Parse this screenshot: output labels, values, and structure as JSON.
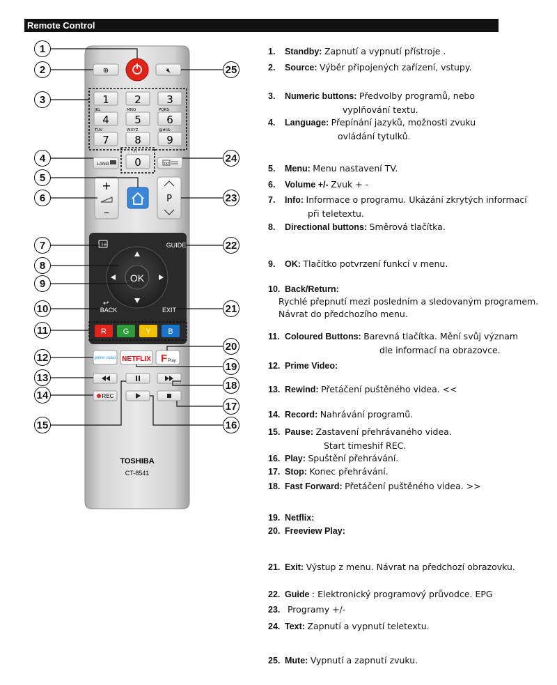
{
  "header": {
    "title": "Remote Control"
  },
  "remote": {
    "brand": "TOSHIBA",
    "model": "CT-8541",
    "keys": {
      "k1": "1",
      "k2": "2",
      "k3": "3",
      "k4": "4",
      "k5": "5",
      "k6": "6",
      "k7": "7",
      "k8": "8",
      "k9": "9",
      "k0": "0",
      "jkl": "JKL",
      "mno": "MNO",
      "pqrs": "PQRS",
      "tuv": "TUV",
      "wxyz": "WXYZ",
      "sym": "@#/&–",
      "punct": ". , ? !"
    },
    "labels": {
      "lang": "LANG",
      "txt": "TXT",
      "p": "P",
      "ok": "OK",
      "back": "BACK",
      "exit": "EXIT",
      "guide": "GUIDE",
      "r": "R",
      "g": "G",
      "y": "Y",
      "b": "B",
      "prime": "prime video",
      "netflix": "NETFLIX",
      "fplay": "Play",
      "rec": "REC",
      "plus": "+",
      "minus": "–"
    },
    "colors": {
      "red": "#e2231a",
      "green": "#2e9b3a",
      "yellow": "#f2c200",
      "blue": "#1a74c9",
      "home": "#3a86d8"
    }
  },
  "callouts": [
    "1",
    "2",
    "3",
    "4",
    "5",
    "6",
    "7",
    "8",
    "9",
    "10",
    "11",
    "12",
    "13",
    "14",
    "15",
    "16",
    "17",
    "18",
    "19",
    "20",
    "21",
    "22",
    "23",
    "24",
    "25"
  ],
  "legend": [
    {
      "num": "1.",
      "title": "Standby:",
      "desc": "Zapnutí a vypnutí přístroje ."
    },
    {
      "num": "2.",
      "title": "Source:",
      "desc": "Výběr připojených zařízení, vstupy."
    },
    {
      "num": "3.",
      "title": "Numeric buttons:",
      "desc": "Předvolby programů, nebo",
      "desc2": "vyplňování textu."
    },
    {
      "num": "4.",
      "title": "Language:",
      "desc": "Přepínání jazyků, možnosti zvuku",
      "desc2": "ovládání tytulků."
    },
    {
      "num": "5.",
      "title": "Menu:",
      "desc": "Menu nastavení TV."
    },
    {
      "num": "6.",
      "title": "Volume +/-",
      "desc": "Zvuk + -"
    },
    {
      "num": "7.",
      "title": "Info:",
      "desc": "Informace o programu. Ukázání zkrytých informací",
      "desc2": "při teletextu."
    },
    {
      "num": "8.",
      "title": "Directional buttons:",
      "desc": "Směrová tlačítka."
    },
    {
      "num": "9.",
      "title": "OK:",
      "desc": "Tlačítko potvrzení funkcí v menu."
    },
    {
      "num": "10.",
      "title": "Back/Return:",
      "desc": "",
      "desc2": "Rychlé přepnutí mezi posledním a sledovaným programem.",
      "desc3": "Návrat do předchozího menu."
    },
    {
      "num": "11.",
      "title": "Coloured Buttons:",
      "desc": "Barevná tlačítka. Mění svůj význam",
      "desc2": "dle informací na obrazovce."
    },
    {
      "num": "12.",
      "title": "Prime Video:",
      "desc": ""
    },
    {
      "num": "13.",
      "title": "Rewind:",
      "desc": "Přetáčení puštěného videa. <<"
    },
    {
      "num": "14.",
      "title": "Record:",
      "desc": "Nahrávání programů."
    },
    {
      "num": "15.",
      "title": "Pause:",
      "desc": "Zastavení přehrávaného videa.",
      "desc2": "Start timeshif REC."
    },
    {
      "num": "16.",
      "title": "Play:",
      "desc": "Spuštění přehrávání."
    },
    {
      "num": "17.",
      "title": "Stop:",
      "desc": "Konec přehrávání."
    },
    {
      "num": "18.",
      "title": "Fast Forward:",
      "desc": "Přetáčení puštěného videa.  >>"
    },
    {
      "num": "19.",
      "title": "Netflix:",
      "desc": ""
    },
    {
      "num": "20.",
      "title": "Freeview Play:",
      "desc": ""
    },
    {
      "num": "21.",
      "title": "Exit:",
      "desc": "Výstup z menu. Návrat na předchozí obrazovku."
    },
    {
      "num": "22.",
      "title": "Guide",
      "desc": ": Elektronický programový průvodce. EPG"
    },
    {
      "num": "23.",
      "title": "",
      "desc": "Programy  +/-"
    },
    {
      "num": "24.",
      "title": "Text:",
      "desc": "Zapnutí a vypnutí teletextu."
    },
    {
      "num": "25.",
      "title": "Mute:",
      "desc": "Vypnutí a zapnutí zvuku."
    }
  ]
}
